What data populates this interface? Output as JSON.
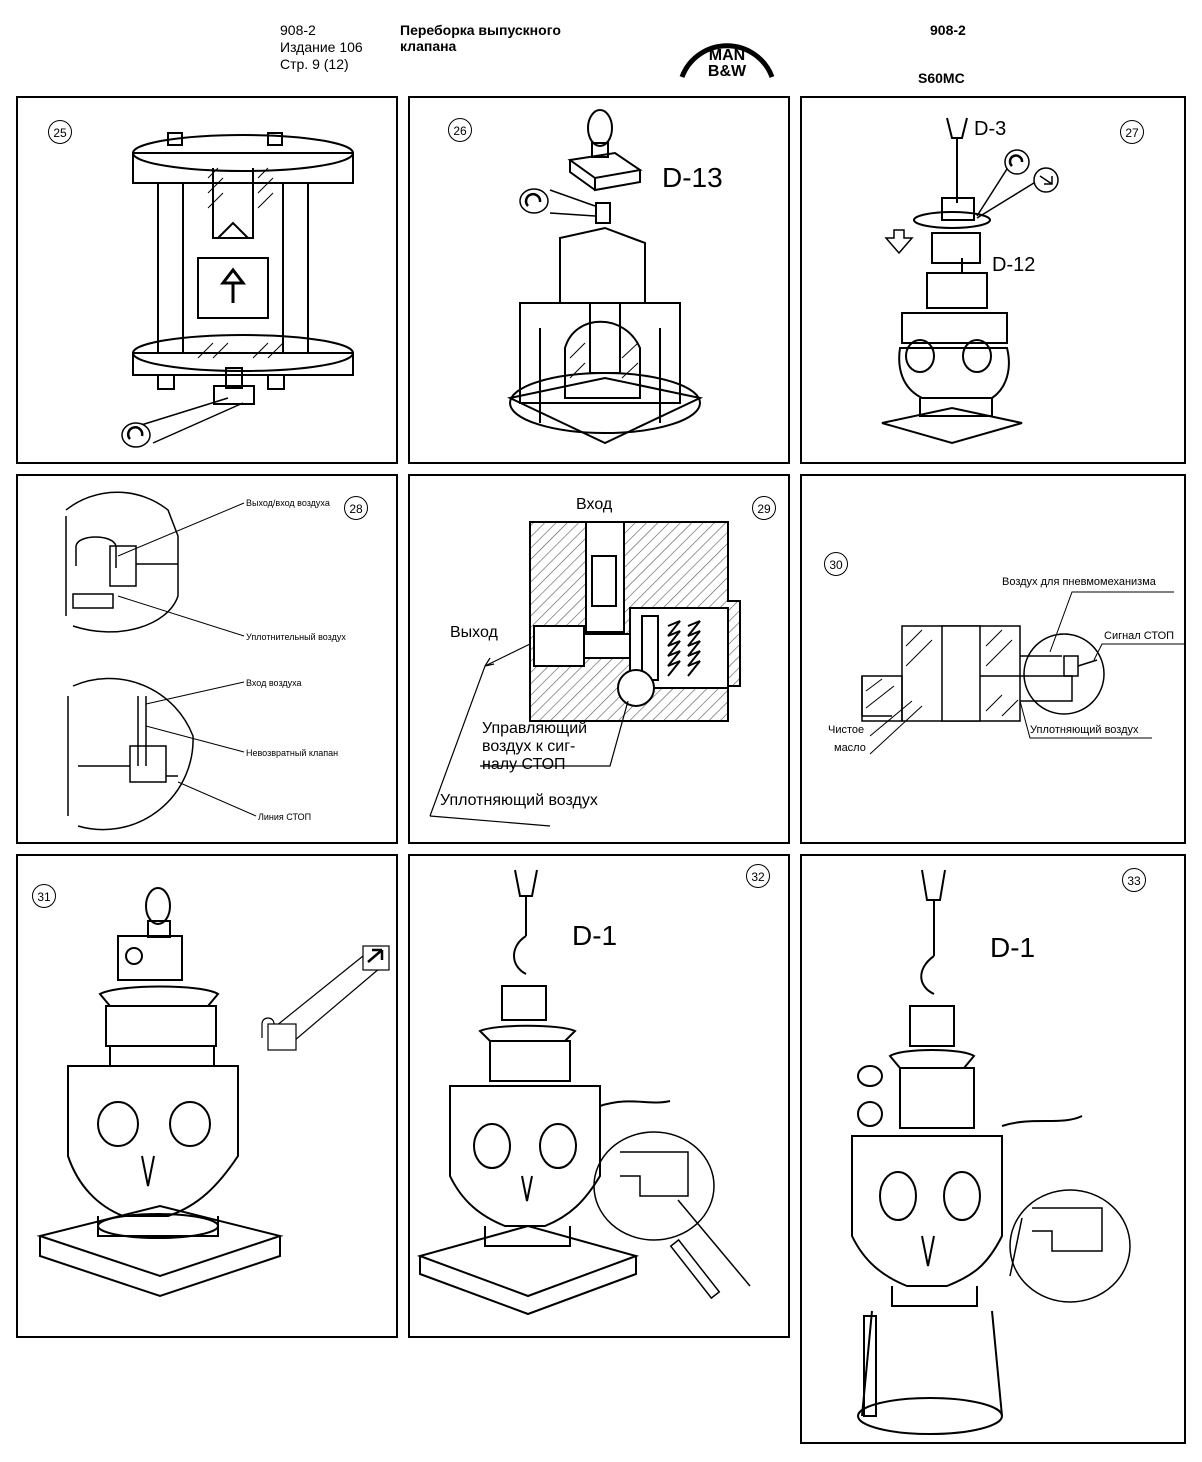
{
  "header": {
    "doc_no": "908-2",
    "edition": "Издание 106",
    "page": "Стр. 9 (12)",
    "title_line1": "Переборка выпускного",
    "title_line2": "клапана",
    "logo_top": "MAN",
    "logo_bottom": "B&W",
    "right_no": "908-2",
    "engine": "S60MC"
  },
  "panels": {
    "p25": {
      "num": "25"
    },
    "p26": {
      "num": "26",
      "tool": "D-13"
    },
    "p27": {
      "num": "27",
      "tool_a": "D-3",
      "tool_b": "D-12"
    },
    "p28": {
      "num": "28",
      "air_io": "Выход/вход воздуха",
      "seal_air": "Уплотнительный воздух",
      "air_in": "Вход воздуха",
      "check_valve": "Невозвратный клапан",
      "stop_line": "Линия СТОП"
    },
    "p29": {
      "num": "29",
      "inlet": "Вход",
      "outlet": "Выход",
      "ctrl_1": "Управляющий",
      "ctrl_2": "воздух  к  сиг-",
      "ctrl_3": "налу СТОП",
      "seal_air": "Уплотняющий воздух"
    },
    "p30": {
      "num": "30",
      "pneu_air": "Воздух для пневмомеханизма",
      "stop_signal": "Сигнал СТОП",
      "clean_1": "Чистое",
      "clean_2": "масло",
      "seal_air": "Уплотняющий воздух"
    },
    "p31": {
      "num": "31"
    },
    "p32": {
      "num": "32",
      "tool": "D-1"
    },
    "p33": {
      "num": "33",
      "tool": "D-1"
    }
  },
  "colors": {
    "ink": "#000000",
    "paper": "#ffffff",
    "hatch": "#555555"
  }
}
